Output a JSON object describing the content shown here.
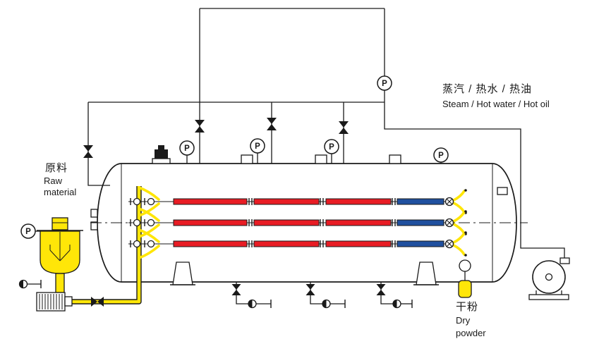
{
  "colors": {
    "line": "#1a1a1a",
    "tube_red": "#e81c24",
    "tube_blue": "#20509f",
    "feed_yellow": "#ffe608",
    "background": "#ffffff"
  },
  "labels": {
    "supply_cn": "蒸汽 / 热水 / 热油",
    "supply_en": "Steam / Hot water / Hot oil",
    "raw_material_cn": "原料",
    "raw_material_en_line1": "Raw",
    "raw_material_en_line2": "material",
    "dry_powder_cn": "干粉",
    "dry_powder_en_line1": "Dry",
    "dry_powder_en_line2": "powder"
  },
  "gauge": {
    "label": "P",
    "count": 6
  },
  "symbols": {
    "pressure_gauge": "circle-with-P",
    "valve": "bowtie",
    "steam_trap": "half-filled-circle"
  }
}
